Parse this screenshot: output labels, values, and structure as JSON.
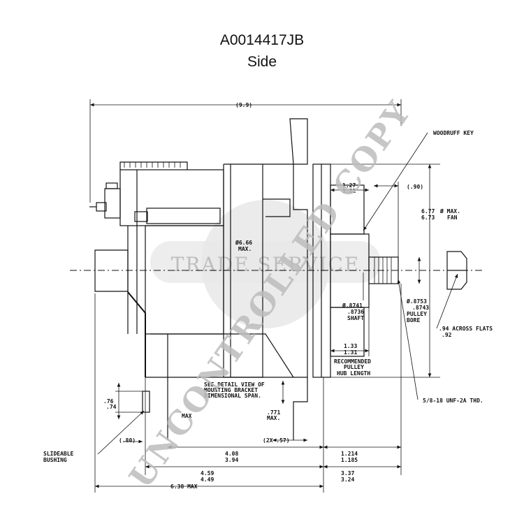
{
  "header": {
    "part_number": "A0014417JB",
    "view": "Side"
  },
  "watermarks": {
    "circle": "TRADE SERVICE",
    "diagonal": "UNCONTROLLED COPY"
  },
  "labels": {
    "overall": "(9.9)",
    "woodruff": "WOODRUFF KEY",
    "d127": "1.27",
    "d122": "1.22",
    "d90": "(.90)",
    "fan_max_a": "6.77",
    "fan_max_b": "6.73",
    "fan_max_sym": "Ø MAX.",
    "fan_word": "FAN",
    "body_dia_a": "Ø6.66",
    "body_dia_b": "MAX.",
    "shaft_a": "Ø.8741",
    "shaft_b": ".8736",
    "shaft_c": "SHAFT",
    "bore_a": "Ø.8753",
    "bore_b": ".8743",
    "bore_c": "PULLEY",
    "bore_d": "BORE",
    "flats_a": ".94 ACROSS FLATS",
    "flats_b": ".92",
    "d133": "1.33",
    "d131": "1.31",
    "hub_a": "RECOMMENDED",
    "hub_b": "PULLEY",
    "hub_c": "HUB LENGTH",
    "thread": "5/8-18 UNF-2A THD.",
    "detail_a": "SEE DETAIL VIEW OF",
    "detail_b": "MOUNTING BRACKET",
    "detail_c": "DIMENSIONAL SPAN.",
    "d771a": ".771",
    "d771b": "MAX.",
    "d76": ".76",
    "d74": ".74",
    "max_small": "MAX",
    "bushing_a": "SLIDEABLE",
    "bushing_b": "BUSHING",
    "d80": "(.80)",
    "d2x57": "(2X .57)",
    "d408": "4.08",
    "d394": "3.94",
    "d1214": "1.214",
    "d1185": "1.185",
    "d459": "4.59",
    "d449": "4.49",
    "d337": "3.37",
    "d324": "3.24",
    "d638": "6.38 MAX"
  },
  "colors": {
    "ink": "#111111",
    "watermark": "#bdbdbd"
  }
}
